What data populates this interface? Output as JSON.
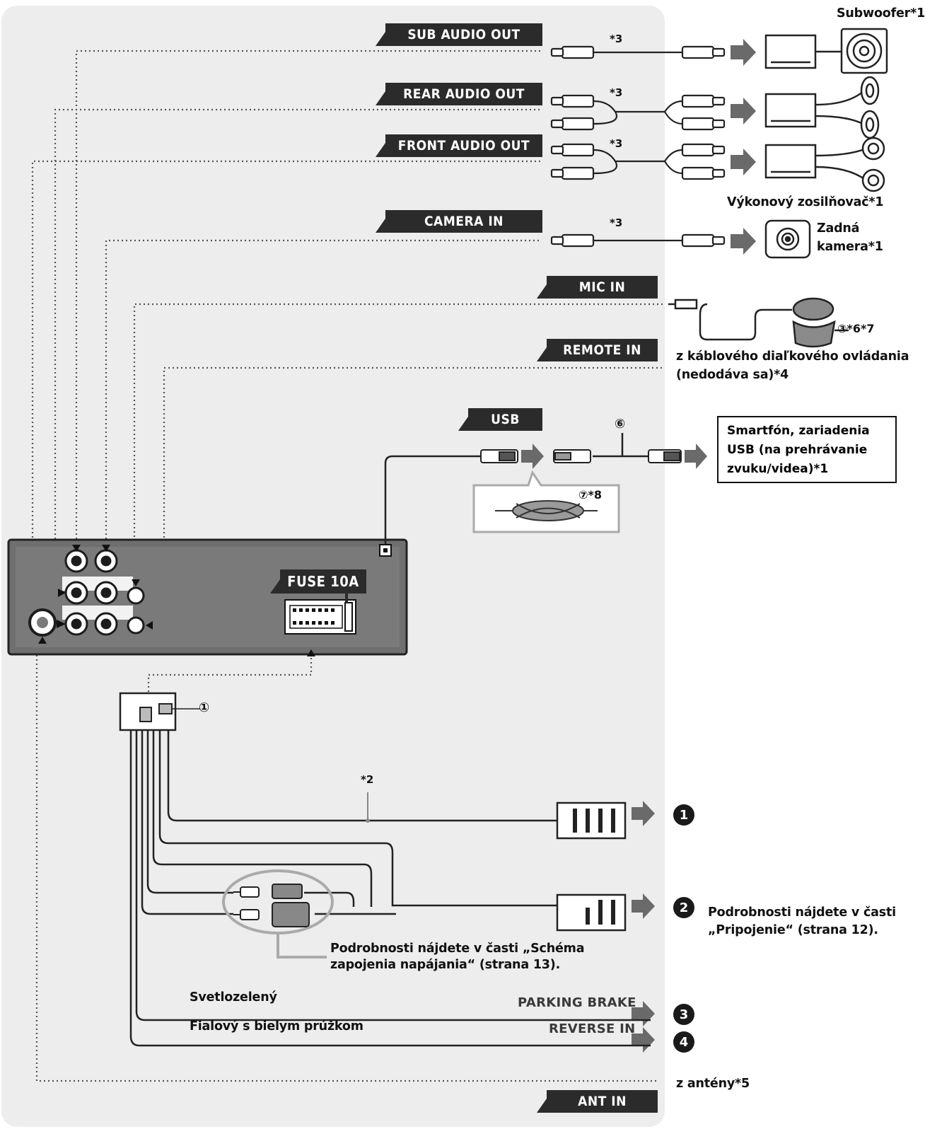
{
  "ports": {
    "sub_audio_out": "SUB AUDIO OUT",
    "rear_audio_out": "REAR AUDIO OUT",
    "front_audio_out": "FRONT AUDIO OUT",
    "camera_in": "CAMERA IN",
    "mic_in": "MIC IN",
    "remote_in": "REMOTE IN",
    "usb": "USB",
    "fuse": "FUSE 10A",
    "ant_in": "ANT IN",
    "parking_brake": "PARKING BRAKE",
    "reverse_in": "REVERSE IN"
  },
  "devices": {
    "subwoofer": "Subwoofer*1",
    "amplifier": "Výkonový zosilňovač*1",
    "camera_line1": "Zadná",
    "camera_line2": "kamera*1",
    "remote_line1": "z káblového diaľkového ovládania",
    "remote_line2": "(nedodáva sa)*4",
    "usb_box_line1": "Smartfón, zariadenia",
    "usb_box_line2": "USB (na prehrávanie",
    "usb_box_line3": "zvuku/videa)*1",
    "antenna": "z antény*5"
  },
  "notes": {
    "n3_sub": "*3",
    "n3_rear": "*3",
    "n3_front": "*3",
    "n3_cam": "*3",
    "n2": "*2",
    "mic_ref": "③*6*7",
    "usb_ref": "⑥",
    "strap_ref": "⑦*8",
    "harness_ref": "①"
  },
  "wires": {
    "light_green": "Svetlozelený",
    "purple_white": "Fialový s bielym prúžkom",
    "power_details_line1": "Podrobnosti nájdete v časti „Schéma",
    "power_details_line2": "zapojenia napájania“ (strana 13).",
    "connect_details_line1": "Podrobnosti nájdete v časti",
    "connect_details_line2": "„Pripojenie“ (strana 12)."
  },
  "badges": [
    "1",
    "2",
    "3",
    "4"
  ]
}
